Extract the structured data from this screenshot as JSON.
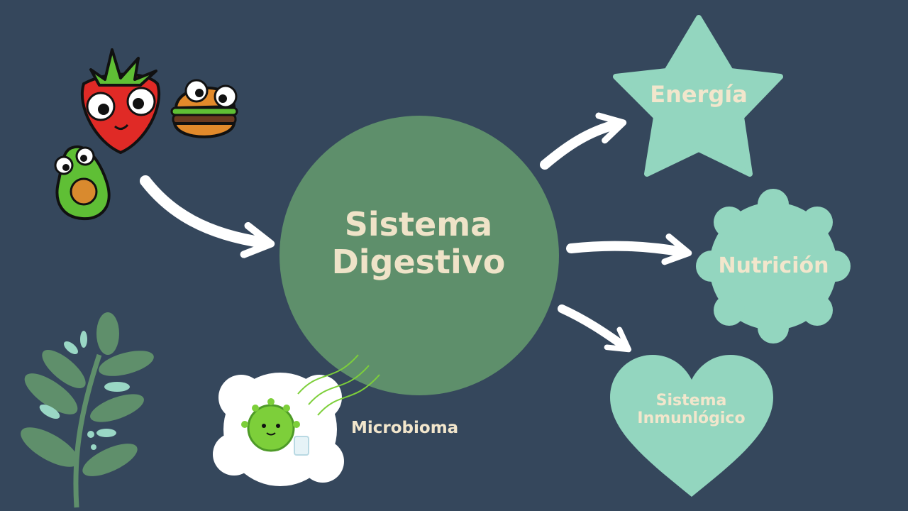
{
  "diagram": {
    "center": {
      "line1": "Sistema",
      "line2": "Digestivo"
    },
    "outputs": {
      "energia": "Energía",
      "nutricion": "Nutrición",
      "inmuno": {
        "line1": "Sistema",
        "line2": "Inmunlógico"
      }
    },
    "microbioma": "Microbioma"
  },
  "icons": {
    "foods": [
      "strawberry-icon",
      "burger-icon",
      "avocado-icon"
    ],
    "microbe": "microbe-icon",
    "plant": "plant-icon"
  },
  "colors": {
    "background": "#35475c",
    "center_circle": "#5e8f6b",
    "output_shapes": "#93d6bf",
    "label_text": "#efe3c8",
    "arrows": "#ffffff"
  }
}
